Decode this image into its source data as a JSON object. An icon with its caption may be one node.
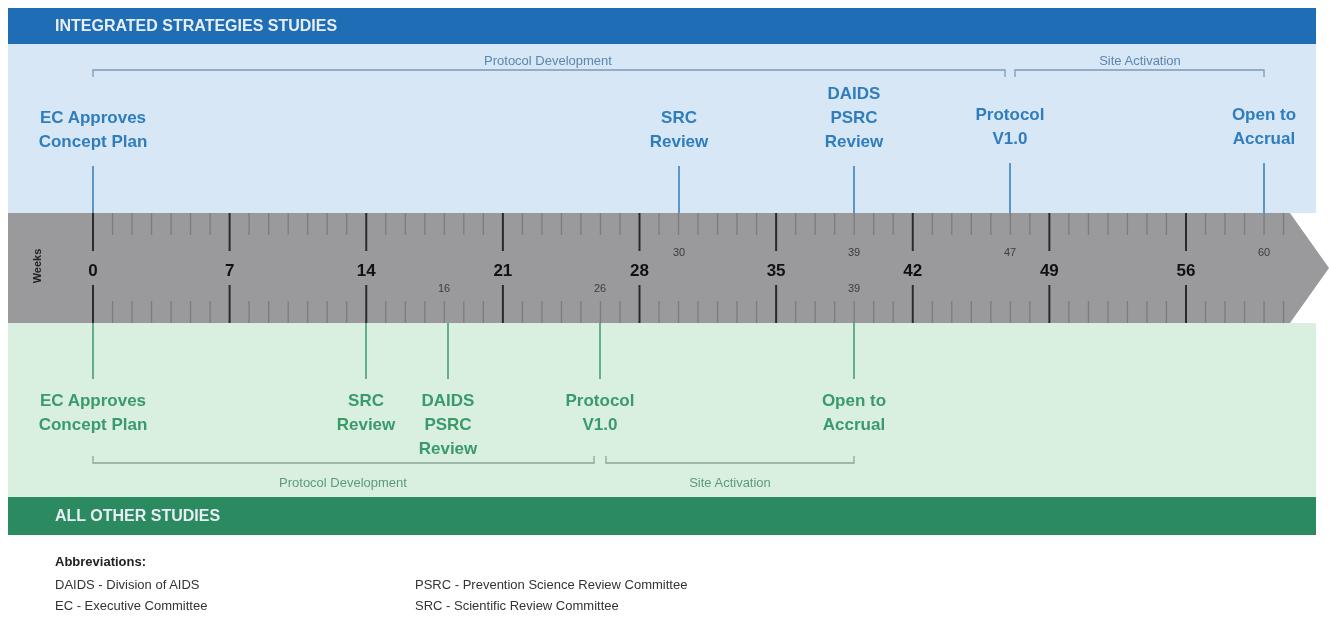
{
  "diagram": {
    "nodes": [
      {
        "text": [
          "INTEGRATED STRATEGIES STUDIES"
        ]
      },
      {
        "text": [
          "EC Approves Concept Plan"
        ]
      },
      {
        "text": [
          "SRC Review"
        ]
      },
      {
        "text": [
          "DAIDS PSRC Review"
        ]
      },
      {
        "text": [
          "Protocol V1.0"
        ]
      },
      {
        "text": [
          "Open to Accrual"
        ]
      },
      {
        "text": [
          "Weeks"
        ]
      },
      {
        "text": [
          "EC Approves Concept Plan"
        ]
      },
      {
        "text": [
          "SRC Review"
        ]
      },
      {
        "text": [
          "DAIDS PSRC Review"
        ]
      },
      {
        "text": [
          "Protocol V1.0"
        ]
      },
      {
        "text": [
          "Open to Accrual"
        ]
      },
      {
        "text": [
          "ALL OTHER STUDIES"
        ]
      }
    ],
    "edges": [
      {
        "from": 1,
        "to": 6,
        "arrow": "none"
      },
      {
        "from": 2,
        "to": 6,
        "arrow": "none"
      },
      {
        "from": 3,
        "to": 6,
        "arrow": "none"
      },
      {
        "from": 4,
        "to": 6,
        "arrow": "none"
      },
      {
        "from": 5,
        "to": 6,
        "arrow": "none"
      },
      {
        "from": 7,
        "to": 6,
        "arrow": "none"
      },
      {
        "from": 8,
        "to": 6,
        "arrow": "none"
      },
      {
        "from": 9,
        "to": 6,
        "arrow": "none"
      },
      {
        "from": 10,
        "to": 6,
        "arrow": "none"
      },
      {
        "from": 11,
        "to": 6,
        "arrow": "none"
      }
    ],
    "labels": [
      "Protocol Development",
      "Site Activation",
      "30",
      "39",
      "47",
      "60",
      "0",
      "7",
      "14",
      "21",
      "28",
      "35",
      "42",
      "49",
      "56",
      "16",
      "26",
      "39",
      "Protocol Development",
      "Site Activation",
      "Abbreviations:",
      "DAIDS - Division of AIDS",
      "PSRC - Prevention Science Review Committee",
      "EC - Executive Committee",
      "SRC - Scientific Review Committee"
    ]
  }
}
